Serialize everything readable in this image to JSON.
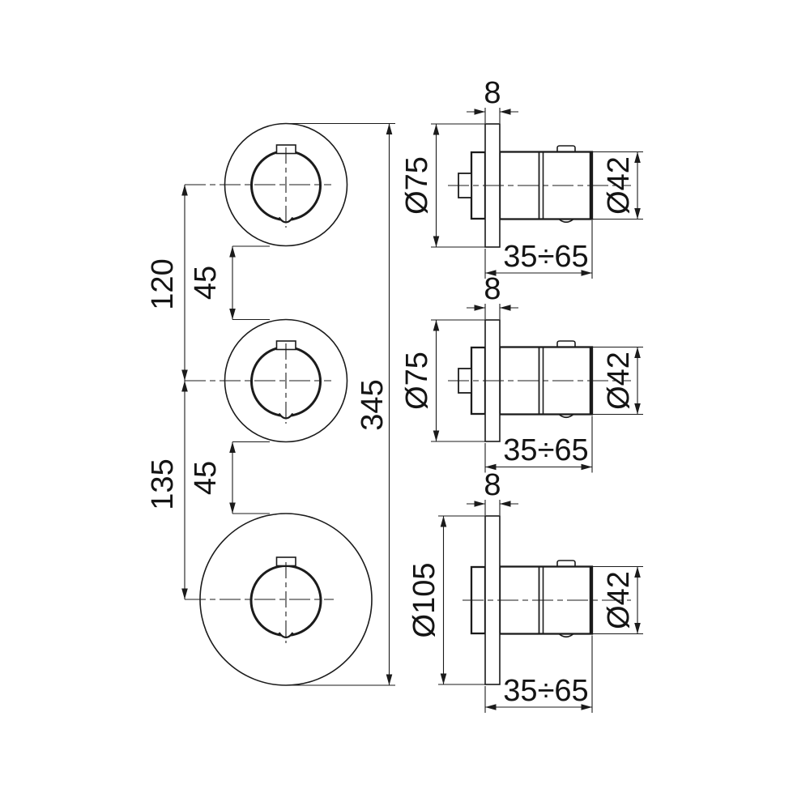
{
  "front_view": {
    "dim_spacing_top": "120",
    "dim_gap_top": "45",
    "dim_spacing_bottom": "135",
    "dim_gap_bottom": "45",
    "dim_overall_height": "345"
  },
  "side_views": [
    {
      "position": "top",
      "dim_plate_thickness": "8",
      "dim_plate_diameter": "Ø75",
      "dim_handle_diameter": "Ø42",
      "dim_wall_depth": "35÷65"
    },
    {
      "position": "middle",
      "dim_plate_thickness": "8",
      "dim_plate_diameter": "Ø75",
      "dim_handle_diameter": "Ø42",
      "dim_wall_depth": "35÷65"
    },
    {
      "position": "bottom",
      "dim_plate_thickness": "8",
      "dim_plate_diameter": "Ø105",
      "dim_handle_diameter": "Ø42",
      "dim_wall_depth": "35÷65"
    }
  ],
  "colors": {
    "line": "#1b1b1b",
    "background": "#ffffff"
  }
}
